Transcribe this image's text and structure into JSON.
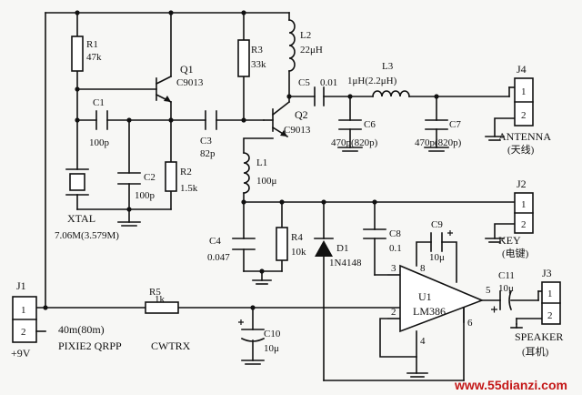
{
  "components": {
    "R1": {
      "ref": "R1",
      "value": "47k"
    },
    "R2": {
      "ref": "R2",
      "value": "1.5k"
    },
    "R3": {
      "ref": "R3",
      "value": "33k"
    },
    "R4": {
      "ref": "R4",
      "value": "10k"
    },
    "R5": {
      "ref": "R5",
      "value": "1k"
    },
    "C1": {
      "ref": "C1",
      "value": "100p"
    },
    "C2": {
      "ref": "C2",
      "value": "100p"
    },
    "C3": {
      "ref": "C3",
      "value": "82p"
    },
    "C4": {
      "ref": "C4",
      "value": "0.047"
    },
    "C5": {
      "ref": "C5",
      "value": "0.01"
    },
    "C6": {
      "ref": "C6",
      "value": "470p(820p)"
    },
    "C7": {
      "ref": "C7",
      "value": "470p(820p)"
    },
    "C8": {
      "ref": "C8",
      "value": "0.1"
    },
    "C9": {
      "ref": "C9",
      "value": "10μ"
    },
    "C10": {
      "ref": "C10",
      "value": "10μ"
    },
    "C11": {
      "ref": "C11",
      "value": "10μ"
    },
    "L1": {
      "ref": "L1",
      "value": "100μ"
    },
    "L2": {
      "ref": "L2",
      "value": "22μH"
    },
    "L3": {
      "ref": "L3",
      "value": "1μH(2.2μH)"
    },
    "Q1": {
      "ref": "Q1",
      "value": "C9013"
    },
    "Q2": {
      "ref": "Q2",
      "value": "C9013"
    },
    "D1": {
      "ref": "D1",
      "value": "1N4148"
    },
    "U1": {
      "ref": "U1",
      "value": "LM386"
    },
    "XTAL": {
      "ref": "XTAL",
      "value": "7.06M(3.579M)"
    }
  },
  "ic_pins": {
    "p2": "2",
    "p3": "3",
    "p4": "4",
    "p5": "5",
    "p6": "6",
    "p8": "8"
  },
  "connectors": {
    "J1": {
      "ref": "J1",
      "pin1": "1",
      "pin2": "2",
      "label": "+9V"
    },
    "J2": {
      "ref": "J2",
      "pin1": "1",
      "pin2": "2",
      "label": "KEY",
      "label_cn": "(电键)"
    },
    "J3": {
      "ref": "J3",
      "pin1": "1",
      "pin2": "2",
      "label": "SPEAKER",
      "label_cn": "(耳机)"
    },
    "J4": {
      "ref": "J4",
      "pin1": "1",
      "pin2": "2",
      "label": "ANTENNA",
      "label_cn": "(天线)"
    }
  },
  "title": {
    "band": "40m(80m)",
    "name": "PIXIE2 QRPP",
    "mode": "CWTRX"
  },
  "watermark": "www.55dianzi.com",
  "colors": {
    "ink": "#111111",
    "paper": "#f7f7f5",
    "watermark": "#c41818"
  }
}
